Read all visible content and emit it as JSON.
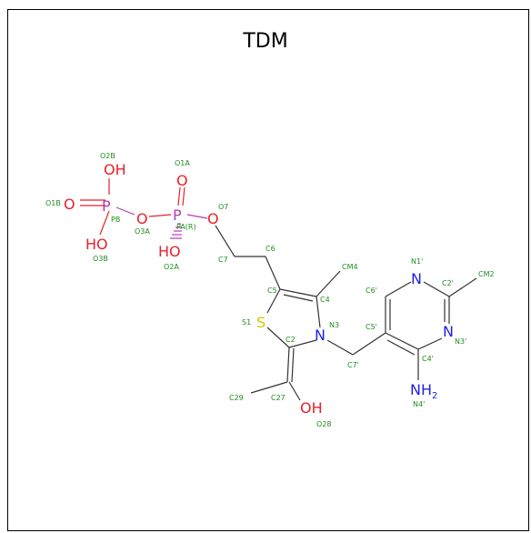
{
  "title": "TDM",
  "colors": {
    "bond": "#333333",
    "label": "#1e8c1e",
    "oxygen": "#e8202a",
    "phosphorus": "#b43cb4",
    "nitrogen": "#1e1ee6",
    "sulfur": "#d2c800"
  },
  "atoms": {
    "O2B": "OH",
    "O1B": "O",
    "PB": "P",
    "O3B": "HO",
    "O3A": "O",
    "PA": "P",
    "O1A": "O",
    "O2A": "HO",
    "O7": "O",
    "S1": "S",
    "N3": "N",
    "N1p": "N",
    "N3p": "N",
    "N4p_main": "NH",
    "N4p_sub": "2",
    "O28": "OH"
  },
  "labels": {
    "O2B": "O2B",
    "O1B": "O1B",
    "PB": "PB",
    "O3B": "O3B",
    "O3A": "O3A",
    "O1A": "O1A",
    "PA": "PA(R)",
    "O2A": "O2A",
    "O7": "O7",
    "C6": "C6",
    "C7": "C7",
    "CM4": "CM4",
    "C5": "C5",
    "C4": "C4",
    "S1": "S1",
    "N3": "N3",
    "C2": "C2",
    "C7p": "C7'",
    "C29": "C29",
    "C27": "C27",
    "O28": "O28",
    "N1p": "N1'",
    "C2p": "C2'",
    "CM2": "CM2",
    "C6p": "C6'",
    "C5p": "C5'",
    "N3p": "N3'",
    "C4p": "C4'",
    "N4p": "N4'"
  }
}
